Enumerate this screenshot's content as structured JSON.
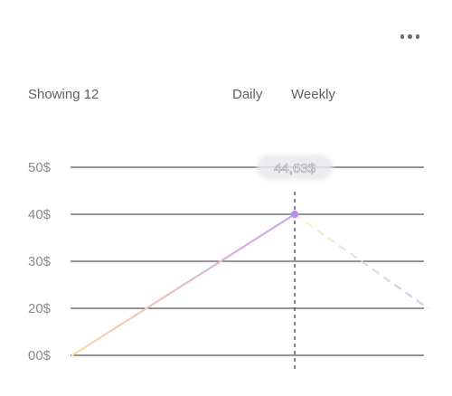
{
  "header": {
    "showing_label": "Showing 12",
    "tabs": [
      {
        "label": "Daily"
      },
      {
        "label": "Weekly"
      }
    ],
    "menu_icon": "more-horizontal-icon"
  },
  "tooltip": {
    "value_label": "44,63$"
  },
  "colors": {
    "grid": "#2b2b2b",
    "tick_text": "#8a8a8a",
    "line_start": "#ffd9a0",
    "line_mid": "#c9a4f2",
    "line_end": "#fbf2c8",
    "line_tail": "#d9c7f4",
    "point": "#b792ea",
    "crosshair": "#333333"
  },
  "chart_data": {
    "type": "line",
    "y_ticks": [
      {
        "value": 0,
        "label": "00$"
      },
      {
        "value": 20,
        "label": "20$"
      },
      {
        "value": 30,
        "label": "30$"
      },
      {
        "value": 40,
        "label": "40$"
      },
      {
        "value": 50,
        "label": "50$"
      }
    ],
    "series": [
      {
        "points": [
          {
            "x": 0,
            "y": 0
          },
          {
            "x": 1,
            "y": 40
          },
          {
            "x": 1.6,
            "y": 20
          }
        ],
        "highlight_index": 1
      }
    ],
    "x_range": [
      0,
      1.6
    ],
    "grid": true
  }
}
